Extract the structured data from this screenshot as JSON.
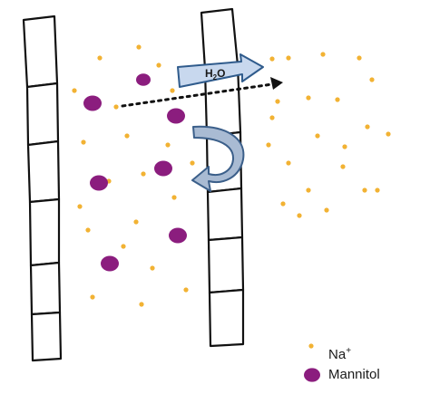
{
  "labels": {
    "water_arrow": "H",
    "water_sub": "2",
    "water_tail": "O"
  },
  "legend": {
    "sodium_base": "Na",
    "sodium_charge": "+",
    "mannitol": "Mannitol"
  },
  "colors": {
    "sodium": "#f2b233",
    "mannitol": "#8b1d7e",
    "water_arrow_fill": "#c8d8ee",
    "water_arrow_stroke": "#2f5b8c",
    "curved_arrow_fill": "#a9bbd3",
    "curved_arrow_stroke": "#3b5f8a",
    "cell_outline": "#111111"
  }
}
